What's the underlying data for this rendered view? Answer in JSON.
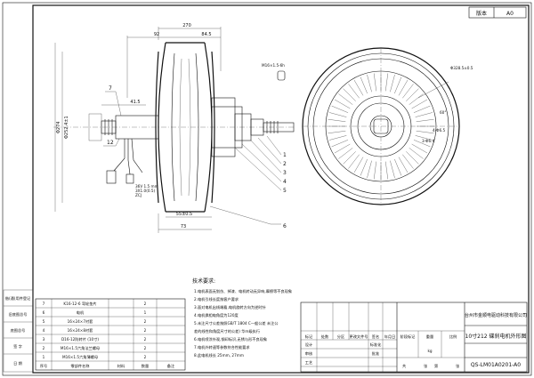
{
  "version_box": {
    "label": "版本",
    "value": "A0"
  },
  "dims": {
    "d270": "270",
    "d92": "92",
    "d84_5": "84.5",
    "d1_5_6h": "M16×1.5-6h",
    "phi274": "Φ274",
    "phi252": "Φ252.4±1",
    "d41_5": "41.5",
    "d55": "55±0.5",
    "d73": "73",
    "phi328": "Φ328.5±0.5",
    "ang60": "60°",
    "hole4": "4-Φ6.5",
    "hole3": "3-Φ6.4"
  },
  "balloons": [
    "7",
    "12",
    "1",
    "2",
    "3",
    "4",
    "5",
    "6"
  ],
  "cable_notes": [
    "36V 1.5 mm",
    "3X1.0(0.5)",
    "ZCJ"
  ],
  "notes": {
    "heading": "技术要求:",
    "lines": [
      "1.电机表面无划伤、掉漆、电机转动无异响,摩擦等不良现象",
      "2.电机引线长度按客户要求",
      "3.面对电机出线端看,电机旋转方向为逆时针",
      "4.电机换相电角度为120度",
      "5.未注尺寸公差按照GB/T 1804 C一般公差 未注公",
      "差的线性和角度尺寸的公差) 华m级执行",
      "6.电机喷涂外观,钢印标识,无锈与形不良现象",
      "7.电机外转速等参数符合性能要求",
      "8.此电机线长 25mm, 27mm"
    ]
  },
  "bom": {
    "headers": [
      "序号",
      "零部件名称",
      "材料",
      "数量",
      "备注"
    ],
    "rows": [
      [
        "7",
        "K16-12-6 弯轮垫片",
        "",
        "2",
        ""
      ],
      [
        "6",
        "电机",
        "",
        "1",
        ""
      ],
      [
        "5",
        "16×24×7衬套",
        "",
        "2",
        ""
      ],
      [
        "4",
        "16×24×8衬套",
        "",
        "2",
        ""
      ],
      [
        "3",
        "D16-12防转片 (10寸)",
        "",
        "2",
        ""
      ],
      [
        "2",
        "M16×1.5六角法兰螺母",
        "",
        "2",
        ""
      ],
      [
        "1",
        "M16×1.5六角薄螺母",
        "",
        "2",
        ""
      ]
    ]
  },
  "side_labels": [
    "借(通)用件登记",
    "旧底图总号",
    "底图总号",
    "签 字",
    "日 期"
  ],
  "title_block": {
    "company": "台州市金顺电驱动科技有限公司",
    "product": "10寸212 碟刹电机外形图",
    "drawing_no": "QS-LM01A0201-A0",
    "rev_headers": [
      "标记",
      "处数",
      "分区",
      "更改文件号",
      "签名",
      "年月日"
    ],
    "role_rows": [
      "设计",
      "审核",
      "工艺",
      "标准化",
      "批准"
    ],
    "stage_headers": [
      "阶段标记",
      "重量",
      "比例"
    ],
    "unit": "kg",
    "footer": [
      "共",
      "张",
      "第",
      "张"
    ]
  }
}
